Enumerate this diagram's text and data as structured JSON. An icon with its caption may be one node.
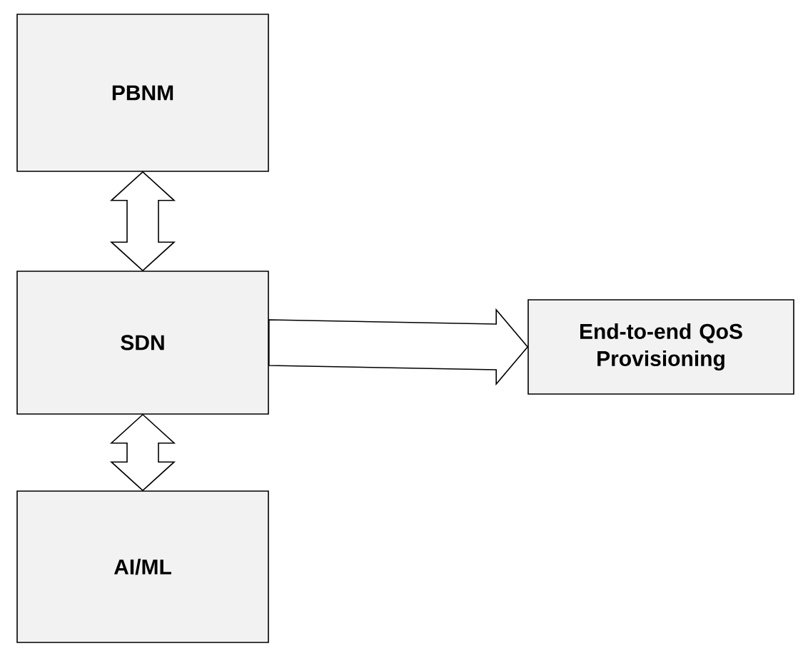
{
  "diagram": {
    "nodes": [
      {
        "text": [
          "PBNM"
        ]
      },
      {
        "text": [
          "SDN"
        ]
      },
      {
        "text": [
          "AI/ML"
        ]
      },
      {
        "text": [
          "End-to-end QoS Provisioning"
        ]
      }
    ],
    "edges": [
      {
        "from": 0,
        "to": 1,
        "arrow": "both"
      },
      {
        "from": 1,
        "to": 2,
        "arrow": "both"
      },
      {
        "from": 1,
        "to": 3,
        "arrow": "to"
      }
    ]
  }
}
